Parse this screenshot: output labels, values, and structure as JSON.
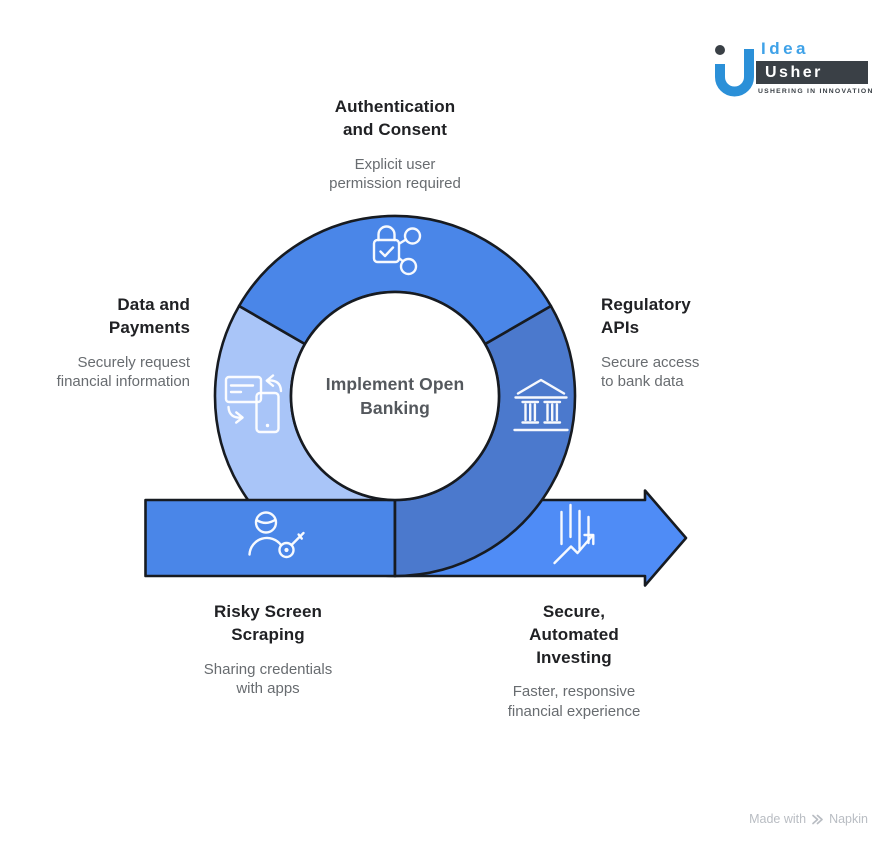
{
  "logo": {
    "word_top": "Idea",
    "word_bottom": "Usher",
    "tagline": "USHERING IN INNOVATION",
    "accent_color": "#3fa2e8",
    "dark_color": "#3a4046"
  },
  "diagram": {
    "center_title": "Implement Open Banking",
    "colors": {
      "top_segment": "#4a86e8",
      "left_segment": "#a9c5f8",
      "right_segment": "#4b79cd",
      "band_segment": "#4a86e8",
      "arrow_segment": "#4f8cf6",
      "outline": "#171b21",
      "inner_circle": "#ffffff"
    },
    "labels": {
      "authentication": {
        "title": "Authentication and Consent",
        "subtitle": "Explicit user permission required"
      },
      "data_payments": {
        "title": "Data and Payments",
        "subtitle": "Securely request financial information"
      },
      "regulatory": {
        "title": "Regulatory APIs",
        "subtitle": "Secure access to bank data"
      },
      "scraping": {
        "title": "Risky Screen Scraping",
        "subtitle": "Sharing credentials with apps"
      },
      "investing": {
        "title": "Secure, Automated Investing",
        "subtitle": "Faster, responsive financial experience"
      }
    },
    "icons": [
      "lock-share-icon",
      "card-phone-icon",
      "bank-icon",
      "person-key-icon",
      "growth-chart-icon"
    ]
  },
  "footer": {
    "made_with": "Made with",
    "brand": "Napkin"
  }
}
